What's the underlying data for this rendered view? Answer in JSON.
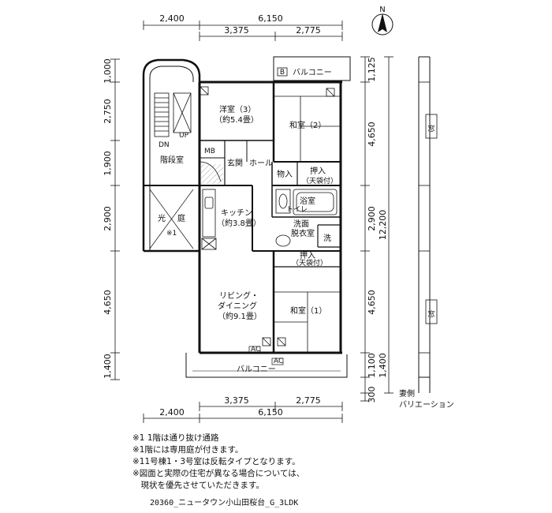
{
  "compass": {
    "north_label": "N"
  },
  "dimensions": {
    "top_outer": [
      "2,400",
      "6,150"
    ],
    "top_inner": [
      "3,375",
      "2,775"
    ],
    "bottom_inner": [
      "3,375",
      "2,775"
    ],
    "bottom_outer": [
      "2,400",
      "6,150"
    ],
    "left": [
      "1,000",
      "2,750",
      "1,900",
      "2,900",
      "4,650",
      "1,400"
    ],
    "right_inner": [
      "1,125",
      "4,650",
      "2,900",
      "4,650",
      "1,100",
      "1,400",
      "300"
    ],
    "right_total": "12,200"
  },
  "rooms": {
    "balcony_top": "バルコニー",
    "balcony_top_badge": "B",
    "western_room_name": "洋室（3）",
    "western_room_size": "（約5.4畳）",
    "japanese_2": "和室（2）",
    "stair_dn": "DN",
    "stair_up": "UP",
    "stairwell": "階段室",
    "mb": "MB",
    "entrance": "玄関",
    "hall": "ホール",
    "storage": "物入",
    "closet_top_name": "押入",
    "closet_top_sub": "（天袋付）",
    "bath": "浴室",
    "toilet": "トイレ",
    "light_well_1": "光",
    "light_well_2": "庭",
    "light_well_note": "※1",
    "kitchen_name": "キッチン",
    "kitchen_size": "（約3.8畳）",
    "washroom_1": "洗面",
    "washroom_2": "脱衣室",
    "wash": "洗",
    "closet_bottom_name": "押入",
    "closet_bottom_sub": "（天袋付）",
    "living_1": "リビング・",
    "living_2": "ダイニング",
    "living_3": "（約9.1畳）",
    "japanese_1": "和室（1）",
    "ac_1": "AC",
    "ac_2": "AC",
    "balcony_bottom": "バルコニー",
    "side_window_1": "窓",
    "side_window_2": "窓"
  },
  "side_label": [
    "妻側",
    "バリエーション"
  ],
  "notes": [
    "※1 1階は通り抜け通路",
    "※1階には専用庭が付きます。",
    "※11号棟1・3号室は反転タイプとなります。",
    "※図面と実際の住宅が異なる場合については、",
    "　現状を優先させていただきます。"
  ],
  "plan_code": "20360_ニュータウン小山田桜台_G_3LDK"
}
